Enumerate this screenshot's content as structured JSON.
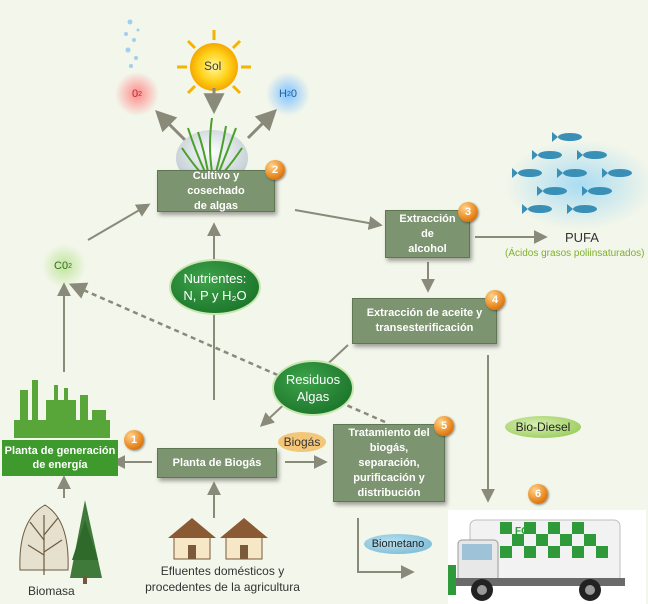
{
  "nodes": {
    "sol": "Sol",
    "o2": "0",
    "o2_sub": "2",
    "h2o_h": "H",
    "h2o_sub": "2",
    "h2o_o": "0",
    "co2_c": "C0",
    "co2_sub": "2",
    "cultivo_l1": "Cultivo y cosechado",
    "cultivo_l2": "de algas",
    "extraccion_alcohol_l1": "Extracción",
    "extraccion_alcohol_l2": "de",
    "extraccion_alcohol_l3": "alcohol",
    "pufa": "PUFA",
    "pufa_desc": "(Ácidos grasos poliinsaturados)",
    "extraccion_aceite_l1": "Extracción de aceite y",
    "extraccion_aceite_l2": "transesterificación",
    "nutrientes_l1": "Nutrientes:",
    "nutrientes_l2": "N, P y H₂O",
    "residuos_l1": "Residuos",
    "residuos_l2": "Algas",
    "planta_energia_l1": "Planta de generación",
    "planta_energia_l2": "de energía",
    "planta_biogas": "Planta de Biogás",
    "biogas": "Biogás",
    "tratamiento_l1": "Tratamiento del",
    "tratamiento_l2": "biogás, separación,",
    "tratamiento_l3": "purificación y",
    "tratamiento_l4": "distribución",
    "biodiesel": "Bio-Diesel",
    "biometano": "Biometano",
    "biomasa": "Biomasa",
    "efluentes_l1": "Efluentes domésticos y",
    "efluentes_l2": "procedentes de la agricultura",
    "truck_logo": "FCC"
  },
  "steps": [
    "1",
    "2",
    "3",
    "4",
    "5",
    "6"
  ],
  "colors": {
    "box": "#7d9470",
    "oval_green": "#1f7a2a",
    "arrow": "#8a8a7a",
    "pufa_desc": "#7fb02a",
    "truck_green": "#2e9a3a"
  }
}
